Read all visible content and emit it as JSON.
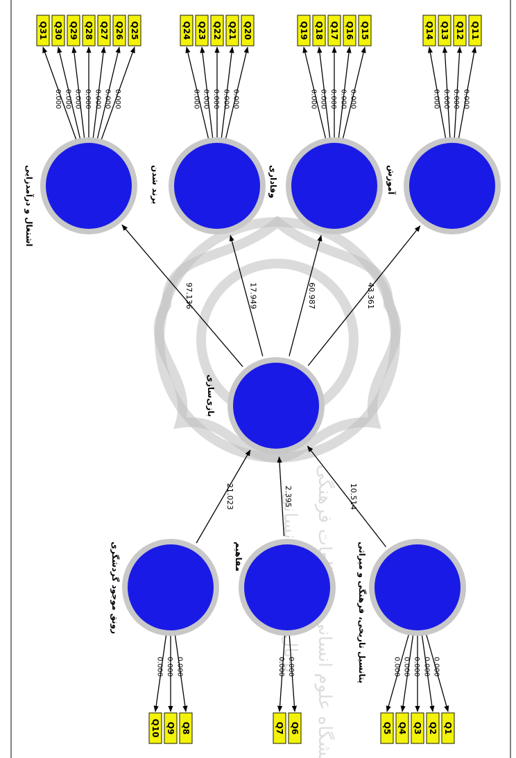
{
  "diagram": {
    "center": {
      "label": "بازی‌سازی"
    },
    "outcomes": [
      {
        "label": "آموزش",
        "items": [
          "Q11",
          "Q12",
          "Q13",
          "Q14"
        ],
        "path": "43.361"
      },
      {
        "label": "وفاداری",
        "items": [
          "Q15",
          "Q16",
          "Q17",
          "Q18",
          "Q19"
        ],
        "path": "60.987"
      },
      {
        "label": "برند شدن",
        "items": [
          "Q20",
          "Q21",
          "Q22",
          "Q23",
          "Q24"
        ],
        "path": "17.949"
      },
      {
        "label": "اشتغال و درآمدزایی",
        "items": [
          "Q25",
          "Q26",
          "Q27",
          "Q28",
          "Q29",
          "Q30",
          "Q31"
        ],
        "path": "97.136"
      }
    ],
    "drivers": [
      {
        "label": "پتانسیل تاریخی، فرهنگی و میراثی",
        "items": [
          "Q1",
          "Q2",
          "Q3",
          "Q4",
          "Q5"
        ],
        "path": "10.514"
      },
      {
        "label": "مفاهیم",
        "items": [
          "Q6",
          "Q7"
        ],
        "path": "2.395"
      },
      {
        "label": "رونق موجود گردشگری",
        "items": [
          "Q8",
          "Q9",
          "Q10"
        ],
        "path": "21.023"
      }
    ],
    "loading_value": "0.000"
  },
  "watermark": {
    "line1": "پژوهشگاه علوم انسانی و مطالعات فرهنگی",
    "line2": "پرتال جامع علوم انسانی"
  },
  "colors": {
    "construct_fill": "#1a1ae6",
    "construct_ring": "#c8c8c8",
    "indicator_fill": "#f2f20a"
  }
}
